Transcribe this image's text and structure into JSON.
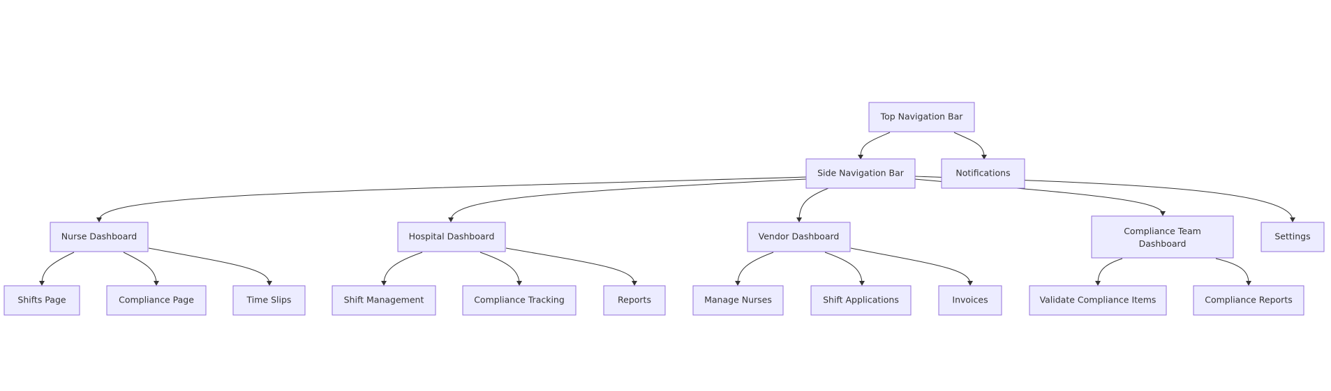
{
  "nodes": [
    {
      "id": "top_nav",
      "label": "Top Navigation Bar"
    },
    {
      "id": "side_nav",
      "label": "Side Navigation Bar"
    },
    {
      "id": "notifications",
      "label": "Notifications"
    },
    {
      "id": "nurse_dashboard",
      "label": "Nurse Dashboard"
    },
    {
      "id": "hospital_dashboard",
      "label": "Hospital Dashboard"
    },
    {
      "id": "vendor_dashboard",
      "label": "Vendor Dashboard"
    },
    {
      "id": "compliance_team_dashboard",
      "label": "Compliance Team Dashboard"
    },
    {
      "id": "settings",
      "label": "Settings"
    },
    {
      "id": "shifts_page",
      "label": "Shifts Page"
    },
    {
      "id": "compliance_page",
      "label": "Compliance Page"
    },
    {
      "id": "time_slips",
      "label": "Time Slips"
    },
    {
      "id": "shift_management",
      "label": "Shift Management"
    },
    {
      "id": "compliance_tracking",
      "label": "Compliance Tracking"
    },
    {
      "id": "reports",
      "label": "Reports"
    },
    {
      "id": "manage_nurses",
      "label": "Manage Nurses"
    },
    {
      "id": "shift_applications",
      "label": "Shift Applications"
    },
    {
      "id": "invoices",
      "label": "Invoices"
    },
    {
      "id": "validate_compliance_items",
      "label": "Validate Compliance Items"
    },
    {
      "id": "compliance_reports",
      "label": "Compliance Reports"
    }
  ],
  "edges": [
    {
      "from": "top_nav",
      "to": "side_nav"
    },
    {
      "from": "top_nav",
      "to": "notifications"
    },
    {
      "from": "side_nav",
      "to": "nurse_dashboard"
    },
    {
      "from": "side_nav",
      "to": "hospital_dashboard"
    },
    {
      "from": "side_nav",
      "to": "vendor_dashboard"
    },
    {
      "from": "side_nav",
      "to": "compliance_team_dashboard"
    },
    {
      "from": "side_nav",
      "to": "settings"
    },
    {
      "from": "nurse_dashboard",
      "to": "shifts_page"
    },
    {
      "from": "nurse_dashboard",
      "to": "compliance_page"
    },
    {
      "from": "nurse_dashboard",
      "to": "time_slips"
    },
    {
      "from": "hospital_dashboard",
      "to": "shift_management"
    },
    {
      "from": "hospital_dashboard",
      "to": "compliance_tracking"
    },
    {
      "from": "hospital_dashboard",
      "to": "reports"
    },
    {
      "from": "vendor_dashboard",
      "to": "manage_nurses"
    },
    {
      "from": "vendor_dashboard",
      "to": "shift_applications"
    },
    {
      "from": "vendor_dashboard",
      "to": "invoices"
    },
    {
      "from": "compliance_team_dashboard",
      "to": "validate_compliance_items"
    },
    {
      "from": "compliance_team_dashboard",
      "to": "compliance_reports"
    }
  ]
}
